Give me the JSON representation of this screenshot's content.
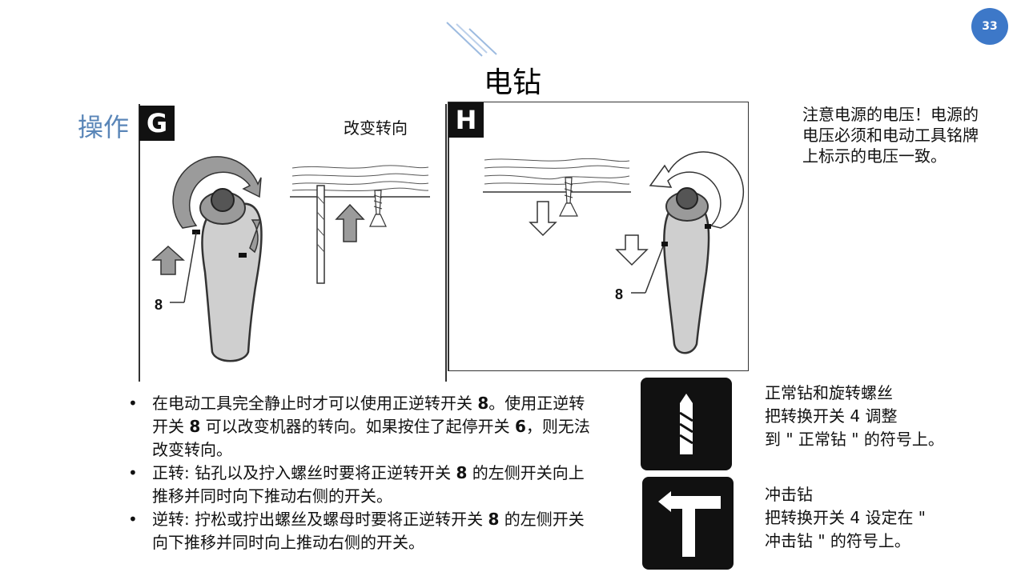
{
  "page_number": "33",
  "title": "电钻",
  "section_label": "操作",
  "figure_g": {
    "letter": "G",
    "caption": "改变转向",
    "callout_number": "8"
  },
  "figure_h": {
    "letter": "H",
    "callout_number": "8"
  },
  "voltage_note": "注意电源的电压！电源的电压必须和电动工具铭牌上标示的电压一致。",
  "bullets": [
    {
      "segments": [
        "在电动工具完全静止时才可以使用正逆转开关 ",
        "8",
        "。使用正逆转开关 ",
        "8",
        " 可以改变机器的转向。如果按住了起停开关 ",
        "6",
        "，则无法改变转向。"
      ]
    },
    {
      "segments": [
        "正转: 钻孔以及拧入螺丝时要将正逆转开关 ",
        "8",
        " 的左侧开关向上推移并同时向下推动右侧的开关。"
      ]
    },
    {
      "segments": [
        "逆转: 拧松或拧出螺丝及螺母时要将正逆转开关 ",
        "8",
        " 的左侧开关向下推移并同时向上推动右侧的开关。"
      ]
    }
  ],
  "modes": [
    {
      "icon": "drill-bit-icon",
      "lines": [
        "正常钻和旋转螺丝",
        "把转换开关 4 调整",
        "到 \" 正常钻 \" 的符号上。"
      ]
    },
    {
      "icon": "hammer-arrow-icon",
      "lines": [
        "冲击钻",
        "把转换开关 4 设定在 \"",
        "冲击钻 \" 的符号上。"
      ]
    }
  ],
  "colors": {
    "accent": "#3d78c8",
    "section_label": "#5a86b8",
    "arrow_gray": "#888888"
  }
}
